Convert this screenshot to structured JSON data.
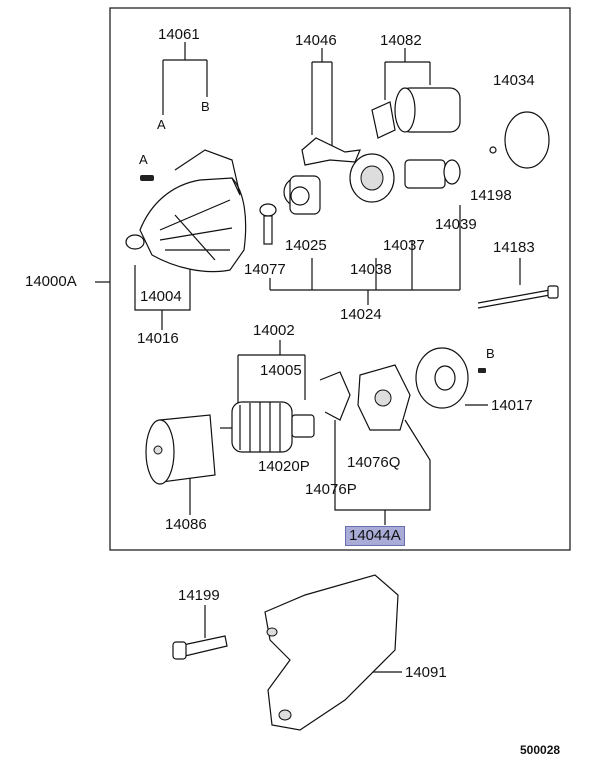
{
  "labels": {
    "l14061": "14061",
    "lA1": "A",
    "lB1": "B",
    "l14046": "14046",
    "l14082": "14082",
    "l14034": "14034",
    "lA2": "A",
    "l14198": "14198",
    "l14025": "14025",
    "l14037": "14037",
    "l14039": "14039",
    "l14077": "14077",
    "l14038": "14038",
    "l14183": "14183",
    "l14000A": "14000A",
    "l14004": "14004",
    "l14024": "14024",
    "l14016": "14016",
    "l14002": "14002",
    "l14005": "14005",
    "lB2": "B",
    "l14017": "14017",
    "l14020P": "14020P",
    "l14076Q": "14076Q",
    "l14076P": "14076P",
    "l14086": "14086",
    "l14044A": "14044A",
    "l14199": "14199",
    "l14091": "14091"
  },
  "caption": "500028",
  "highlight_color": "#a8acd6"
}
